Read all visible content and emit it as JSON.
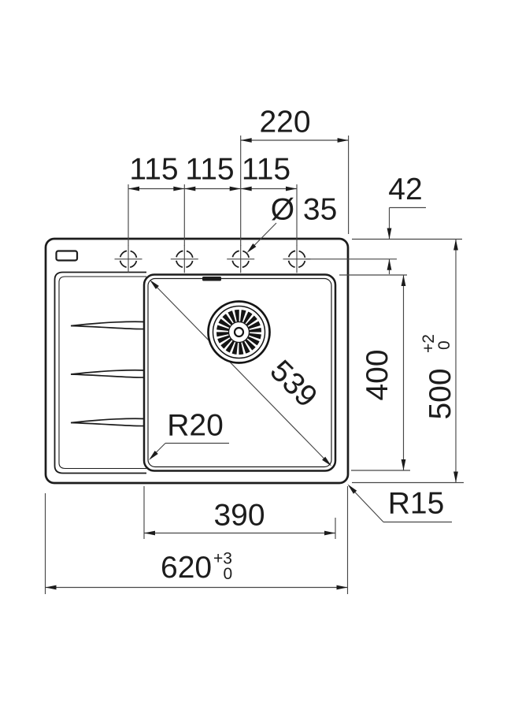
{
  "drawing": {
    "labels": {
      "hole_spacing": [
        "115",
        "115",
        "115"
      ],
      "hole_offset": "220",
      "hole_diameter": "Ø 35",
      "deck_edge_to_holes": "42",
      "bowl_diagonal": "539",
      "bowl_depth": "400",
      "overall_depth": "500",
      "overall_depth_tol_upper": "+2",
      "overall_depth_tol_lower": "0",
      "bowl_corner_radius": "R20",
      "bowl_width": "390",
      "rim_corner_radius": "R15",
      "overall_width": "620",
      "overall_width_tol_upper": "+3",
      "overall_width_tol_lower": "0"
    },
    "colors": {
      "line": "#1c1c1c",
      "dim_line": "#474747",
      "background": "#ffffff"
    }
  }
}
